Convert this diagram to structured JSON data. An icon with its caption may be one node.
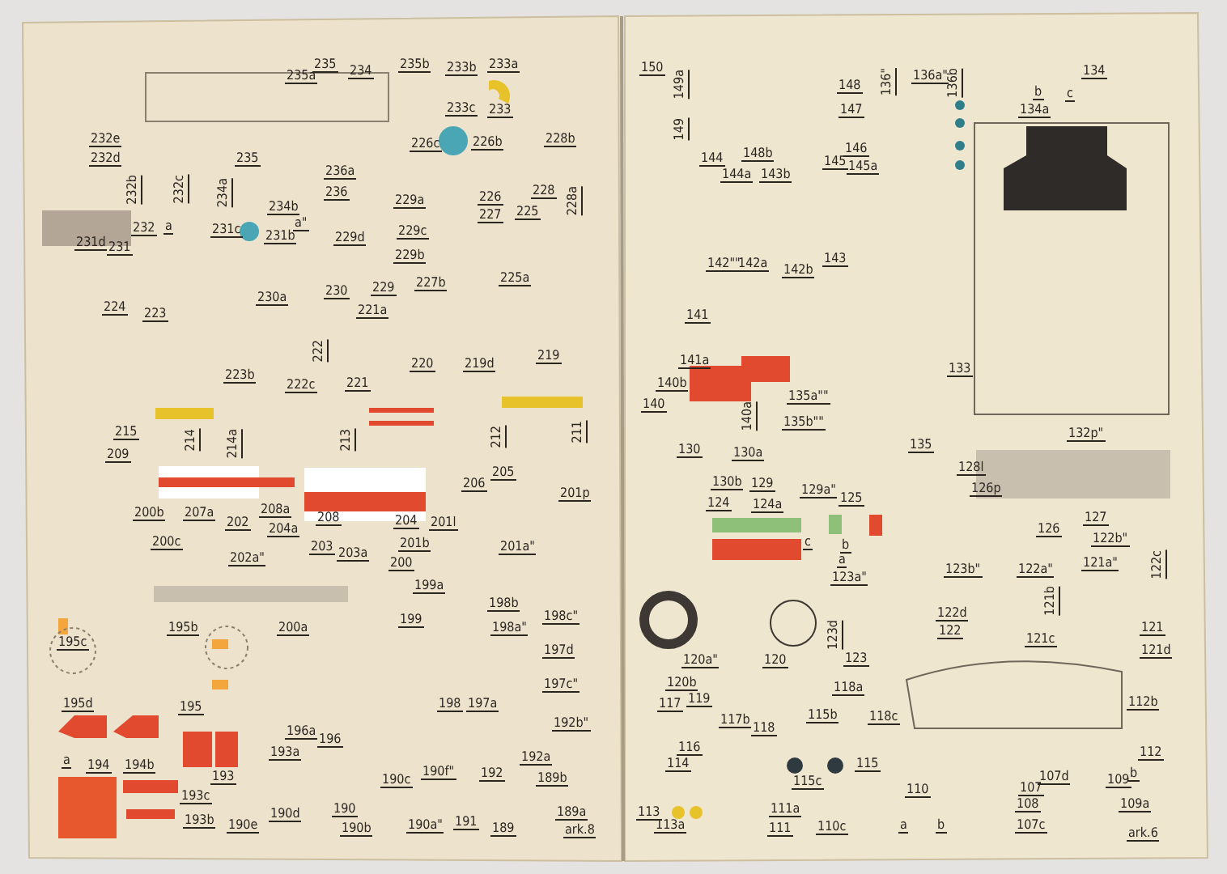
{
  "diagram": {
    "labels": [
      "235",
      "235a",
      "234",
      "235b",
      "233b",
      "233a",
      "233c",
      "233",
      "232e",
      "232d",
      "235",
      "236a",
      "236",
      "226c",
      "226b",
      "228b",
      "232b",
      "232c",
      "234a",
      "234b",
      "229a",
      "226",
      "228",
      "228a",
      "227",
      "225",
      "232",
      "a",
      "231c",
      "231b",
      "a\"",
      "229d",
      "229c",
      "231d",
      "231",
      "229b",
      "227b",
      "225a",
      "230a",
      "230",
      "229",
      "224",
      "223",
      "221a",
      "223b",
      "222c",
      "222",
      "221",
      "220",
      "219d",
      "219",
      "215",
      "214",
      "214a",
      "213",
      "212",
      "211",
      "209",
      "205",
      "206",
      "201p",
      "200b",
      "207a",
      "208a",
      "208",
      "202",
      "204a",
      "204",
      "201l",
      "200c",
      "203",
      "203a",
      "201b",
      "201a\"",
      "202a\"",
      "200",
      "199a",
      "198b",
      "198c\"",
      "200a",
      "199",
      "198a\"",
      "195c",
      "195b",
      "197d",
      "197c\"",
      "195d",
      "195",
      "198",
      "197a",
      "196a",
      "196",
      "192b\"",
      "194",
      "194b",
      "193a",
      "193",
      "190f\"",
      "192a",
      "190c",
      "192",
      "189b",
      "193c",
      "190",
      "191",
      "189a",
      "189",
      "ark.8",
      "193b",
      "190d",
      "190e",
      "190b",
      "190a\"",
      "a",
      "150",
      "149a",
      "148",
      "136\"",
      "136a\"",
      "136b",
      "134",
      "147",
      "b",
      "c",
      "134a",
      "149",
      "148b",
      "146",
      "144",
      "144a",
      "143b",
      "145",
      "145a",
      "143",
      "142\"\"",
      "142a",
      "142b",
      "141",
      "141a",
      "140b",
      "140",
      "140a",
      "135a\"\"",
      "135b\"\"",
      "133",
      "132p\"",
      "135",
      "130",
      "130a",
      "130b",
      "129",
      "129a\"",
      "128l",
      "126p",
      "124",
      "124a",
      "125",
      "127",
      "126",
      "122b\"",
      "122c",
      "c",
      "b",
      "a",
      "123b\"",
      "122a\"",
      "121a\"",
      "123a\"",
      "122d",
      "122",
      "121b",
      "121c",
      "121",
      "121d",
      "123d",
      "120a\"",
      "120",
      "123",
      "120b",
      "117",
      "119",
      "118a",
      "112b",
      "117b",
      "118",
      "115b",
      "118c",
      "114",
      "116",
      "115",
      "112",
      "115c",
      "110",
      "107",
      "107d",
      "109",
      "b",
      "108",
      "109a",
      "113",
      "111a",
      "113a",
      "111",
      "110c",
      "a",
      "b",
      "107c",
      "ark.6"
    ]
  }
}
